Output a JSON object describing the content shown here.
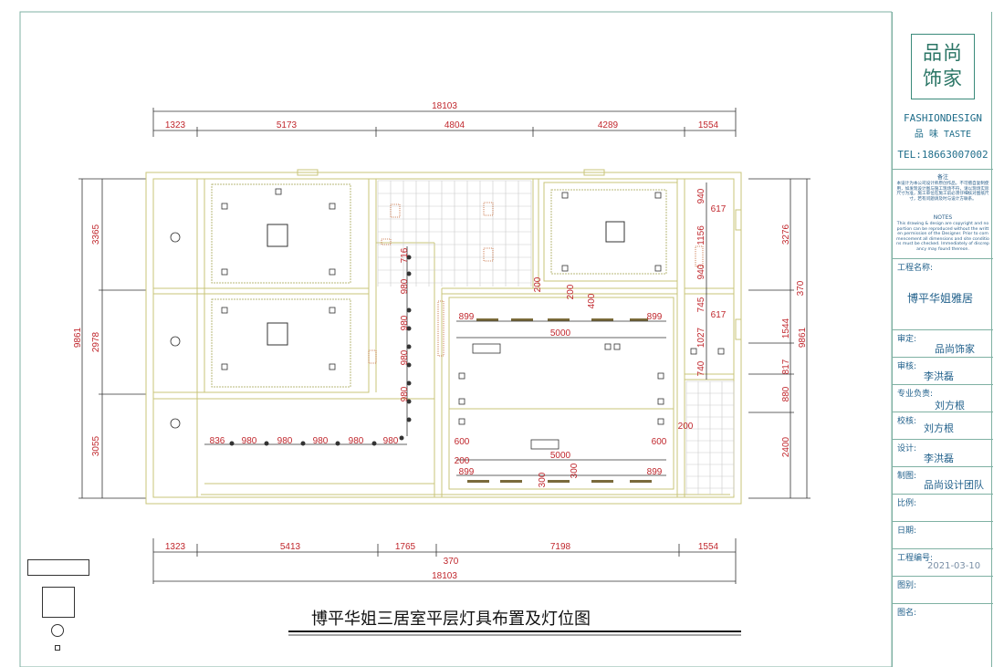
{
  "drawing_title": "博平华姐三居室平层灯具布置及灯位图",
  "top_dims": {
    "total": "18103",
    "segments": [
      "1323",
      "5173",
      "4804",
      "4289",
      "1554"
    ]
  },
  "bottom_dims": {
    "total": "18103",
    "segments": [
      "1323",
      "5413",
      "1765",
      "7198",
      "1554"
    ],
    "offset": "370"
  },
  "left_dims": {
    "total": "9861",
    "segments": [
      "3365",
      "2978",
      "3055"
    ]
  },
  "right_dims": {
    "total": "9861",
    "segments": [
      "3276",
      "1544",
      "817",
      "880",
      "2400"
    ],
    "offset": "370"
  },
  "inner_dims": {
    "corridor_v": [
      "716",
      "980",
      "980",
      "980",
      "980"
    ],
    "corridor_h": [
      "836",
      "980",
      "980",
      "980",
      "980",
      "980"
    ],
    "living_top": [
      "899",
      "5000",
      "899"
    ],
    "living_bottom": [
      "899",
      "5000",
      "899"
    ],
    "living_side": [
      "600",
      "600"
    ],
    "small": [
      "200",
      "200",
      "400",
      "200",
      "200",
      "300",
      "300"
    ],
    "right_room": [
      "940",
      "1156",
      "940",
      "617",
      "745",
      "1027",
      "740",
      "617"
    ]
  },
  "title_block": {
    "logo_line1": "品尚",
    "logo_line2": "饰家",
    "brand_en": "FASHIONDESIGN",
    "brand_cn": "品 味 TASTE",
    "tel": "TEL:18663007002",
    "notes_heading": "备注",
    "notes_cn": "本设计为本公司设计师原创作品，不可擅自复制使用，如发现设计图与施工现场不符，请以现场实际尺寸为准，施工单位在施工前必须仔细核对图纸尺寸，若有问题请及时与设计方联系。",
    "notes_en_heading": "NOTES",
    "notes_en": "This drawing & design are copyright and no portion can be reproduced without the written permission of the Designer. Prior to commencement all dimensions and site conditions must be checked. Immediately of discrepancy may found thereon.",
    "project_label": "工程名称:",
    "project_name": "博平华姐雅居",
    "review_label": "审定:",
    "review_value": "品尚饰家",
    "audit_label": "审核:",
    "audit_value": "李洪磊",
    "lead_label": "专业负责:",
    "lead_value": "刘方根",
    "check_label": "校核:",
    "check_value": "刘方根",
    "design_label": "设计:",
    "design_value": "李洪磊",
    "draw_label": "制图:",
    "draw_value": "品尚设计团队",
    "scale_label": "比例:",
    "date_label": "日期:",
    "number_label": "工程编号:",
    "number_value": "2021-03-10",
    "drawing_no_label": "图别:",
    "drawing_name_label": "图名:"
  },
  "colors": {
    "dimension_text": "#c0272d",
    "wall": "#c8c47a",
    "frame": "#7fb1a3",
    "title_block_text": "#1f5f8a"
  }
}
